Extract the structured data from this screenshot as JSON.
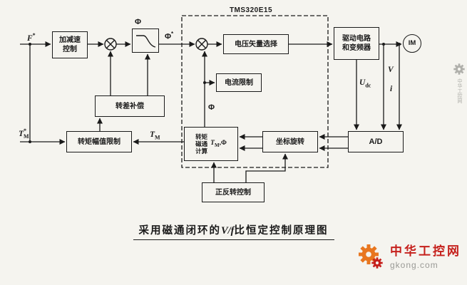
{
  "dsp_label": "TMS320E15",
  "blocks": {
    "accel": {
      "label": "加减速\n控制"
    },
    "voltage_vector": {
      "label": "电压矢量选择"
    },
    "drive": {
      "label": "驱动电路\n和变频器"
    },
    "motor": {
      "label": "IM"
    },
    "current_limit": {
      "label": "电流限制"
    },
    "slip_comp": {
      "label": "转差补偿"
    },
    "torque_limit": {
      "label": "转矩幅值限制"
    },
    "torque_flux_calc": {
      "label": "转矩\n磁通\n计算",
      "vars_base": "T",
      "vars_sub": "M",
      "vars_rest": ",Φ"
    },
    "coord_rotate": {
      "label": "坐标旋转"
    },
    "ad_converter": {
      "label": "A/D"
    },
    "fwd_rev": {
      "label": "正反转控制"
    }
  },
  "signals": {
    "f_ref_base": "F",
    "f_ref_sup": "*",
    "phi_top": "Φ",
    "phi_ref_base": "Φ",
    "phi_ref_sup": "*",
    "phi_feedback": "Φ",
    "udc_base": "U",
    "udc_sub": "dc",
    "v_label": "V",
    "i_label": "i",
    "tm_ref_base": "T",
    "tm_ref_sup": "*",
    "tm_ref_sub": "M",
    "tm_base": "T",
    "tm_sub": "M"
  },
  "caption": {
    "prefix": "采用磁通闭环的",
    "math": "V/f",
    "suffix": "比恒定控制原理图"
  },
  "watermark": {
    "site_name": "中华工控网",
    "site_url": "gkong.com"
  },
  "colors": {
    "brand_red": "#c5201c",
    "gear_orange": "#e8761f",
    "line": "#1a1a1a",
    "background": "#f5f4ef"
  }
}
